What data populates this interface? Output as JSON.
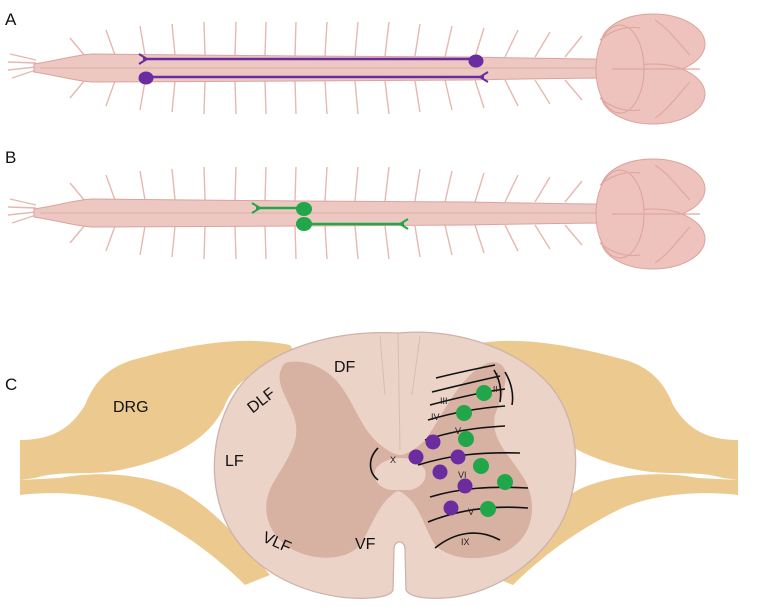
{
  "panels": {
    "a": {
      "letter": "A"
    },
    "b": {
      "letter": "B"
    },
    "c": {
      "letter": "C"
    }
  },
  "regions": {
    "drg": "DRG",
    "df": "DF",
    "dlf": "DLF",
    "lf": "LF",
    "vlf": "VLF",
    "vf": "VF"
  },
  "laminae": {
    "i": "I",
    "ii": "II",
    "iii": "III",
    "iv": "IV",
    "v": "V",
    "vi": "VI",
    "vii": "V",
    "ix": "IX",
    "x": "X"
  },
  "colors": {
    "cord": "#edc8c2",
    "cord_outline": "#dca39b",
    "cord_dark": "#e3b5ae",
    "brain": "#eec3bd",
    "brain_fold": "#e0a8a0",
    "nerve": "#e6b8b1",
    "section_white": "#ecd3c8",
    "section_outline": "#cdb3aa",
    "section_gray": "#d7b2a2",
    "drg": "#ecc98f",
    "purple": "#6a2c9f",
    "green": "#22a64a",
    "lamina_line": "#111111"
  }
}
